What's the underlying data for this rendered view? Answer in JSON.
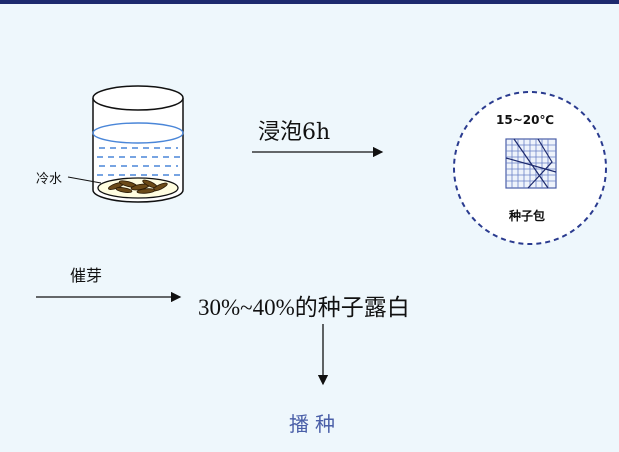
{
  "labels": {
    "cold_water": "冷水",
    "soak": "浸泡6h",
    "temperature": "15~20℃",
    "seed_bag": "种子包",
    "germinate": "催芽",
    "result": "30%~40%的种子露白",
    "sow": "播种"
  },
  "colors": {
    "top_bar": "#1d2a6e",
    "background": "#eef7fc",
    "water": "#4a86d8",
    "circle_dash": "#2a3b8f",
    "seeds": "#5a3b10",
    "sow_text": "#4a5fa8"
  }
}
